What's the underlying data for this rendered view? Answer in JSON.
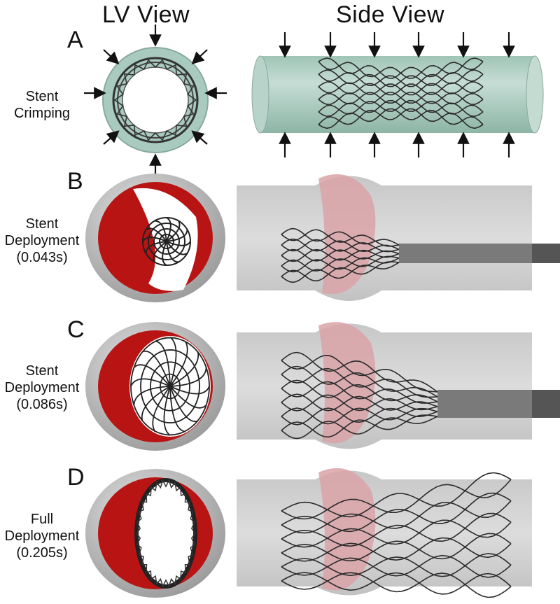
{
  "columns": {
    "lv_view": "LV View",
    "side_view": "Side View"
  },
  "panels": [
    {
      "letter": "A",
      "label_lines": [
        "Stent",
        "Crimping"
      ]
    },
    {
      "letter": "B",
      "label_lines": [
        "Stent",
        "Deployment",
        "(0.043s)"
      ]
    },
    {
      "letter": "C",
      "label_lines": [
        "Stent",
        "Deployment",
        "(0.086s)"
      ]
    },
    {
      "letter": "D",
      "label_lines": [
        "Full",
        "Deployment",
        "(0.205s)"
      ]
    }
  ],
  "colors": {
    "crimp_tube": "#a9cbbf",
    "aorta_gray": "#c8c8c8",
    "leaflet_red": "#b81414",
    "leaflet_pink": "#d9a3a8",
    "stent_dark": "#333333",
    "catheter": "#7a7a7a"
  }
}
